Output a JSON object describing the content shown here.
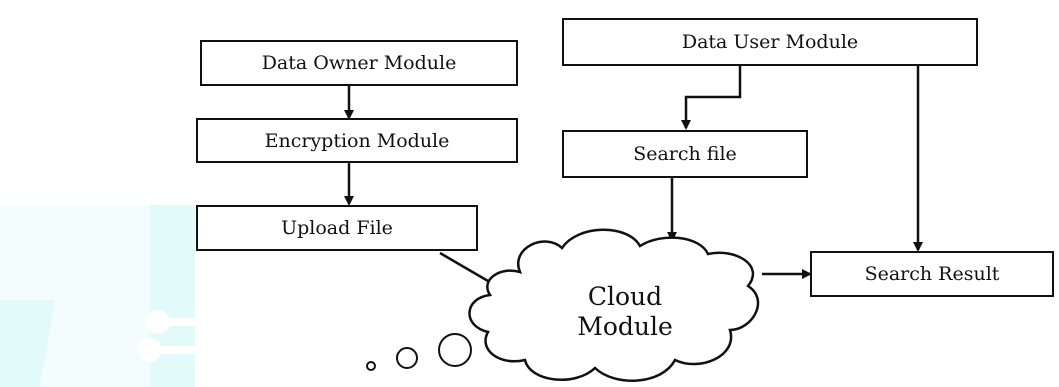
{
  "diagram": {
    "nodes": {
      "data_owner": "Data Owner Module",
      "encryption": "Encryption Module",
      "upload": "Upload File",
      "data_user": "Data User Module",
      "search_file": "Search file",
      "search_result": "Search Result",
      "cloud_line1": "Cloud",
      "cloud_line2": "Module"
    },
    "colors": {
      "line": "#111111",
      "watermark": "#e0fafa"
    }
  }
}
